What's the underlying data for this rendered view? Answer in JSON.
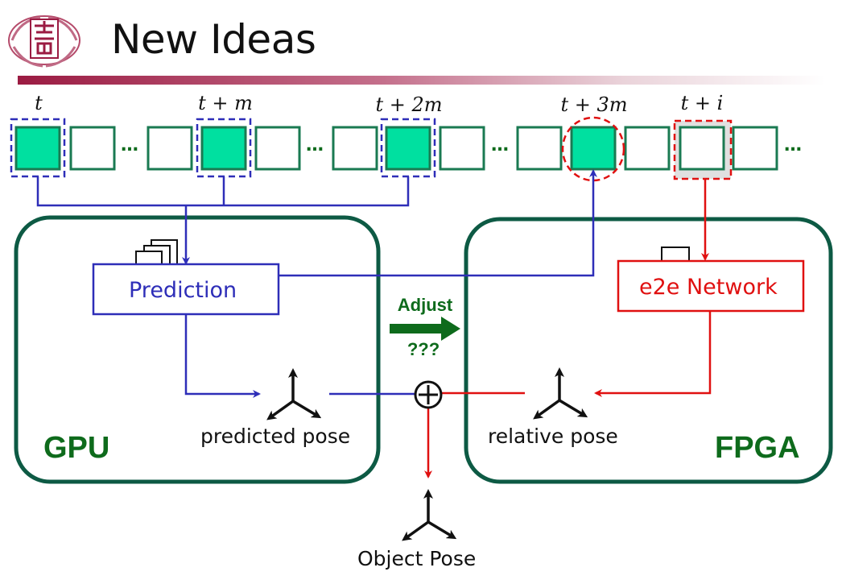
{
  "slide": {
    "title": "New Ideas"
  },
  "timeline": {
    "labels": [
      "t",
      "t + m",
      "t + 2m",
      "t + 3m",
      "t + i"
    ],
    "ellipsis": "…"
  },
  "gpu": {
    "label": "GPU",
    "prediction_label": "Prediction",
    "pose_label": "predicted pose"
  },
  "fpga": {
    "label": "FPGA",
    "network_label": "e2e Network",
    "pose_label": "relative pose"
  },
  "adjust": {
    "label": "Adjust",
    "unknown": "???"
  },
  "output": {
    "label": "Object Pose"
  },
  "colors": {
    "frame_fill": "#00e0a0",
    "frame_border": "#1a7a52",
    "gpu_flow": "#2e2eb8",
    "fpga_flow": "#e01010",
    "panel_border": "#0d5a44",
    "green_text": "#0e6b1c"
  }
}
